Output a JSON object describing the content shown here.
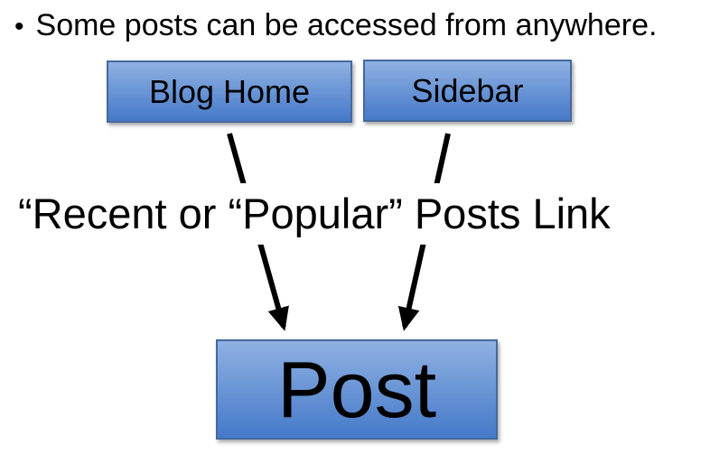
{
  "slide": {
    "bullet": {
      "marker": "•",
      "text": "Some posts can be accessed from anywhere."
    },
    "annotation": "“Recent or “Popular” Posts Link",
    "nodes": [
      {
        "id": "blog-home",
        "label": "Blog Home"
      },
      {
        "id": "sidebar",
        "label": "Sidebar"
      },
      {
        "id": "post",
        "label": "Post"
      }
    ],
    "edges": [
      {
        "from": "Blog Home",
        "to": "Post",
        "type": "arrow",
        "via": "Recent or Popular Posts Link"
      },
      {
        "from": "Sidebar",
        "to": "Post",
        "type": "arrow",
        "via": "Recent or Popular Posts Link"
      }
    ]
  },
  "colors": {
    "box_gradient_top": "#8FB1E2",
    "box_gradient_bottom": "#4579C9",
    "box_border": "#44699F",
    "arrow": "#000000",
    "diagram_text": "#000000",
    "canvas_bg": "#FFFFFF"
  }
}
